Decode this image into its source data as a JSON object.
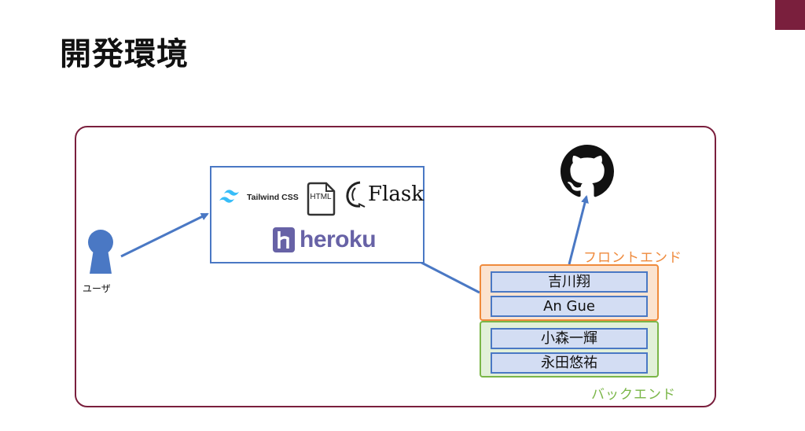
{
  "slide": {
    "title": "開発環境",
    "accent_color": "#7a1f3d"
  },
  "tech_stack": {
    "items": [
      {
        "name": "Tailwind CSS",
        "icon": "tailwind-logo-icon"
      },
      {
        "name": "HTML",
        "icon": "html-file-icon"
      },
      {
        "name": "Flask",
        "icon": "flask-logo-icon"
      },
      {
        "name": "heroku",
        "icon": "heroku-logo-icon"
      }
    ]
  },
  "user": {
    "label": "ユーザ",
    "icon": "user-keyhole-icon"
  },
  "repository": {
    "icon": "github-logo-icon"
  },
  "teams": {
    "frontend": {
      "label": "フロントエンド",
      "color": "#ef8a3c",
      "members": [
        "吉川翔",
        "An Gue"
      ]
    },
    "backend": {
      "label": "バックエンド",
      "color": "#7ab648",
      "members": [
        "小森一輝",
        "永田悠祐"
      ]
    }
  }
}
